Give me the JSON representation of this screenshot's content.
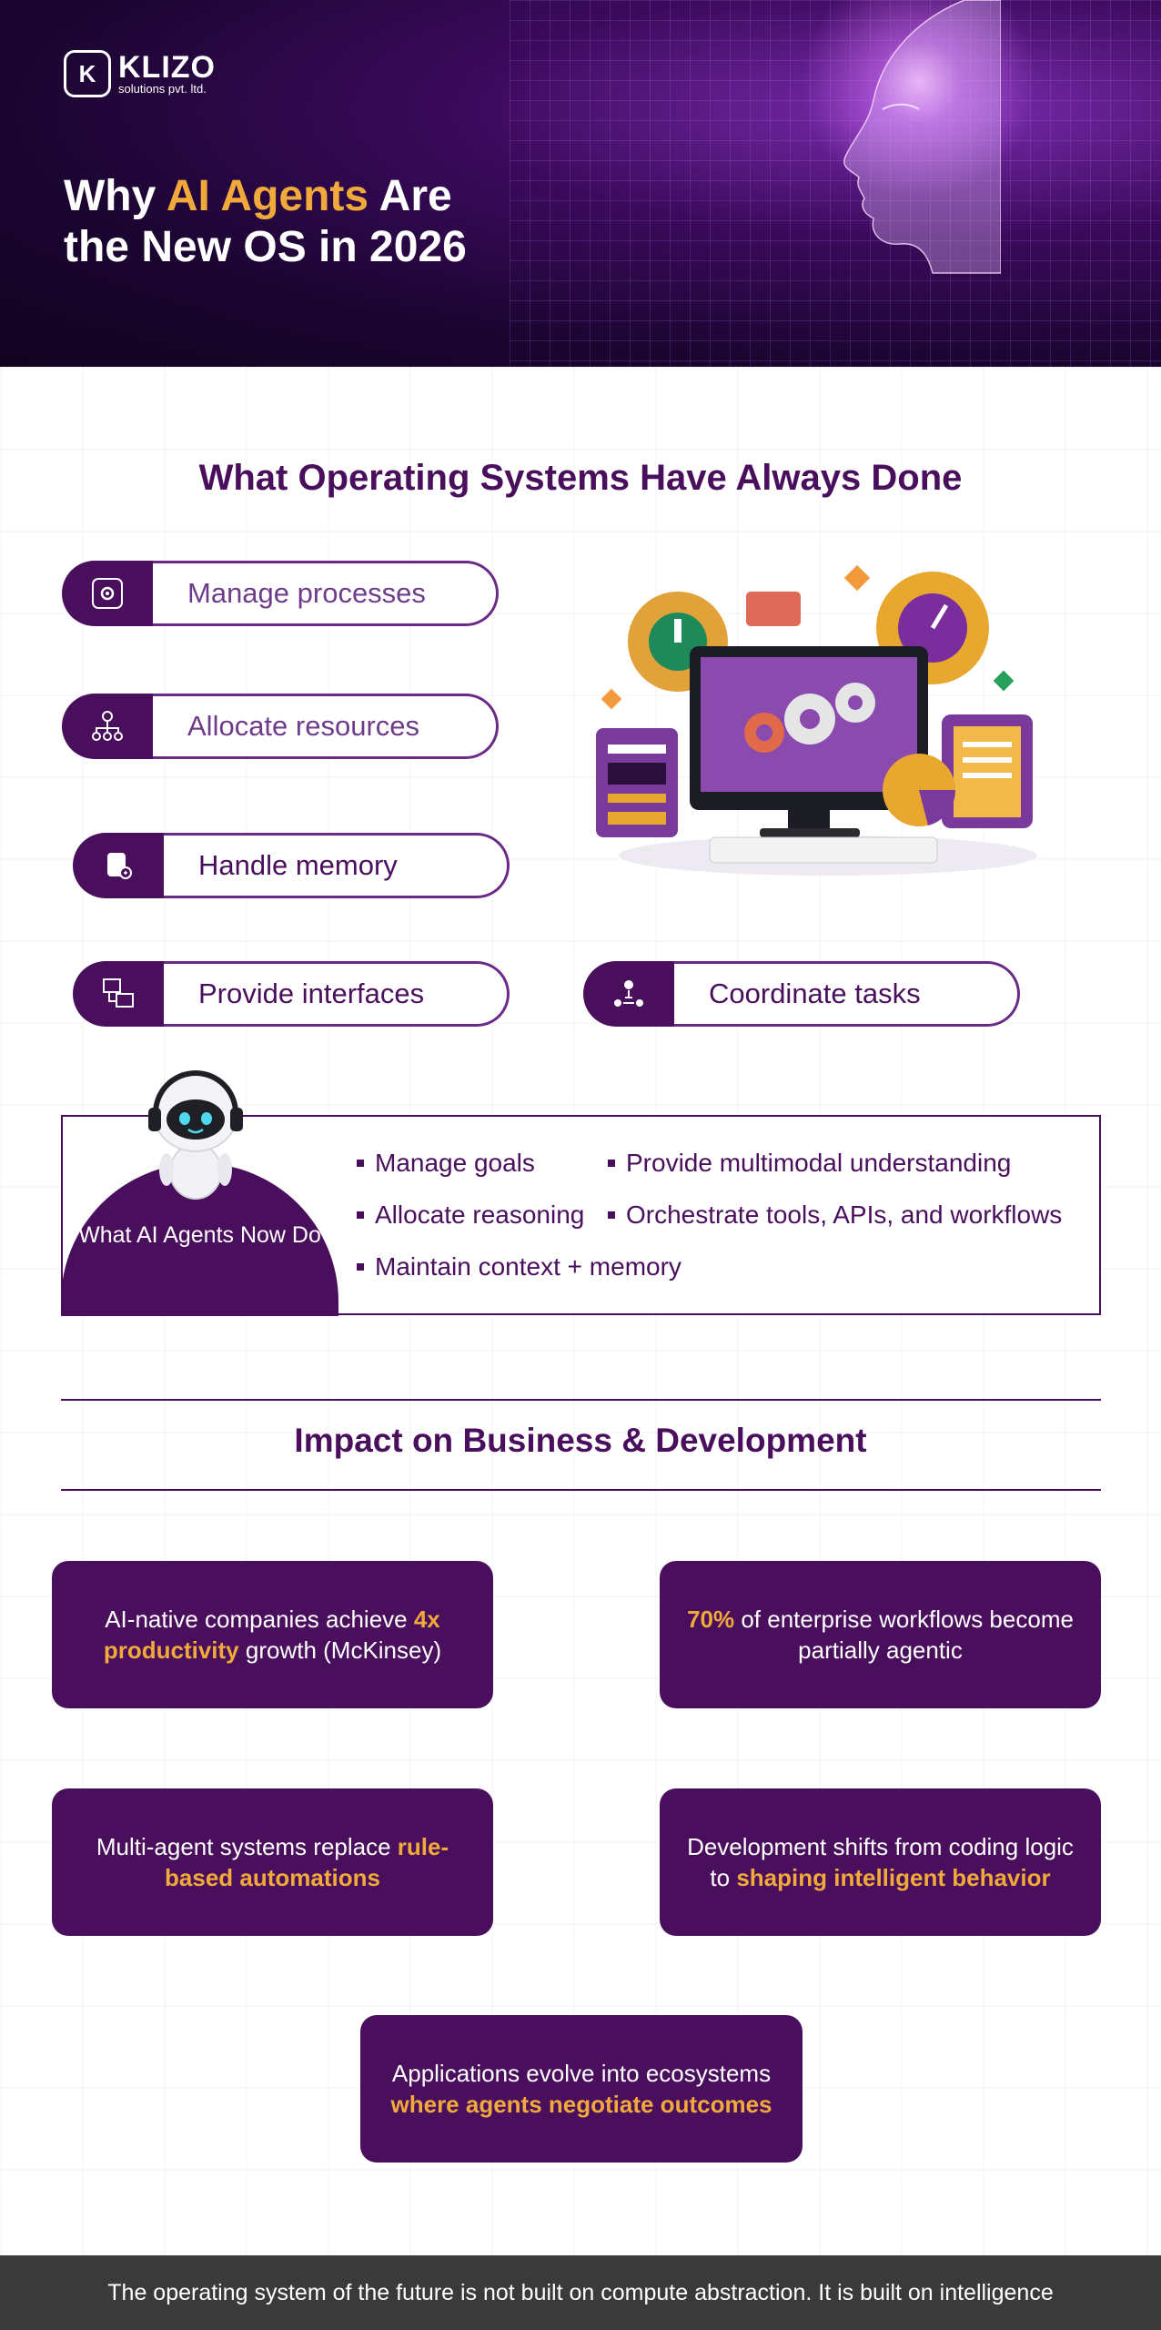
{
  "brand": {
    "logo_mark": "K",
    "name": "KLIZO",
    "tagline": "solutions pvt. ltd."
  },
  "hero": {
    "title_part1": "Why ",
    "title_accent": "AI Agents",
    "title_part2": " Are",
    "title_line2": "the New OS in 2026"
  },
  "os_section": {
    "title": "What Operating Systems Have Always Done",
    "items": [
      {
        "label": "Manage processes",
        "icon": "process-gear-icon"
      },
      {
        "label": "Allocate resources",
        "icon": "resource-network-icon"
      },
      {
        "label": "Handle memory",
        "icon": "memory-database-icon"
      },
      {
        "label": "Provide interfaces",
        "icon": "interface-windows-icon"
      },
      {
        "label": "Coordinate tasks",
        "icon": "task-coordination-icon"
      }
    ]
  },
  "agents_section": {
    "label": "What AI Agents Now Do",
    "bullets": [
      "Manage goals",
      "Allocate reasoning",
      "Maintain context + memory",
      "Provide multimodal understanding",
      "Orchestrate tools, APIs, and workflows"
    ]
  },
  "impact_section": {
    "title": "Impact on Business & Development",
    "cards": [
      {
        "pre": "AI-native companies achieve ",
        "highlight": "4x productivity",
        "post": " growth (McKinsey)"
      },
      {
        "pre": "",
        "highlight": "70%",
        "post": " of enterprise workflows become partially agentic"
      },
      {
        "pre": "Multi-agent systems replace ",
        "highlight": "rule-based automations",
        "post": ""
      },
      {
        "pre": "Development shifts from coding logic to ",
        "highlight": "shaping intelligent behavior",
        "post": ""
      },
      {
        "pre": "Applications evolve into ecosystems ",
        "highlight": "where agents negotiate outcomes",
        "post": ""
      }
    ]
  },
  "footer": {
    "text": "The operating system of the future is not built on compute abstraction. It is built on intelligence"
  },
  "colors": {
    "primary": "#4a0f5c",
    "accent": "#f0a93a",
    "footer_bg": "#3a3a3a"
  }
}
